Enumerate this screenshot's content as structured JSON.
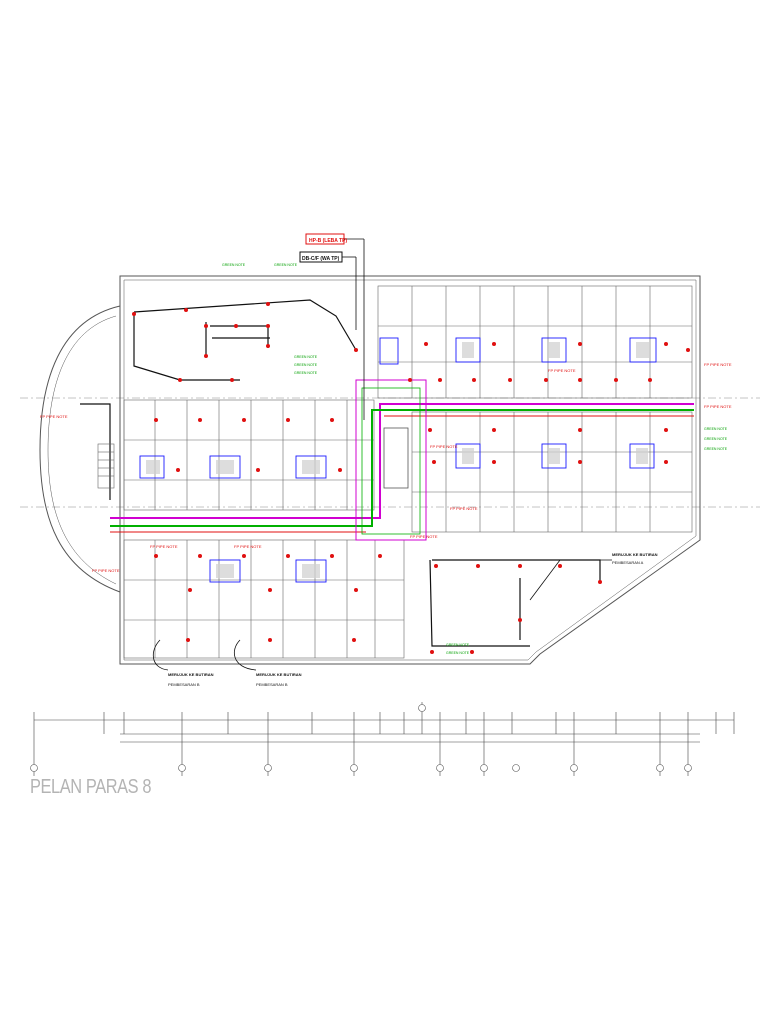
{
  "sheet": {
    "title": "PELAN PARAS 8"
  },
  "tags": {
    "top_tag_1": "HP-B (LEBA TP)",
    "top_tag_2": "DB-C/F (WA TP)"
  },
  "labels": {
    "left_block_note_1": "MERUJUK KE BUTIRAN",
    "left_block_note_1b": "PEMBESARAN B",
    "left_block_note_2": "MERUJUK KE BUTIRAN",
    "left_block_note_2b": "PEMBESARAN B",
    "right_block_note": "MERUJUK KE BUTIRAN",
    "right_block_note_b": "PEMBESARAN A"
  },
  "colors": {
    "wall": "#555555",
    "red": "#e01010",
    "green": "#00b000",
    "magenta": "#d000d0",
    "blue": "#1a1aff",
    "grey": "#9a9a9a",
    "title": "#b4b4b4"
  }
}
